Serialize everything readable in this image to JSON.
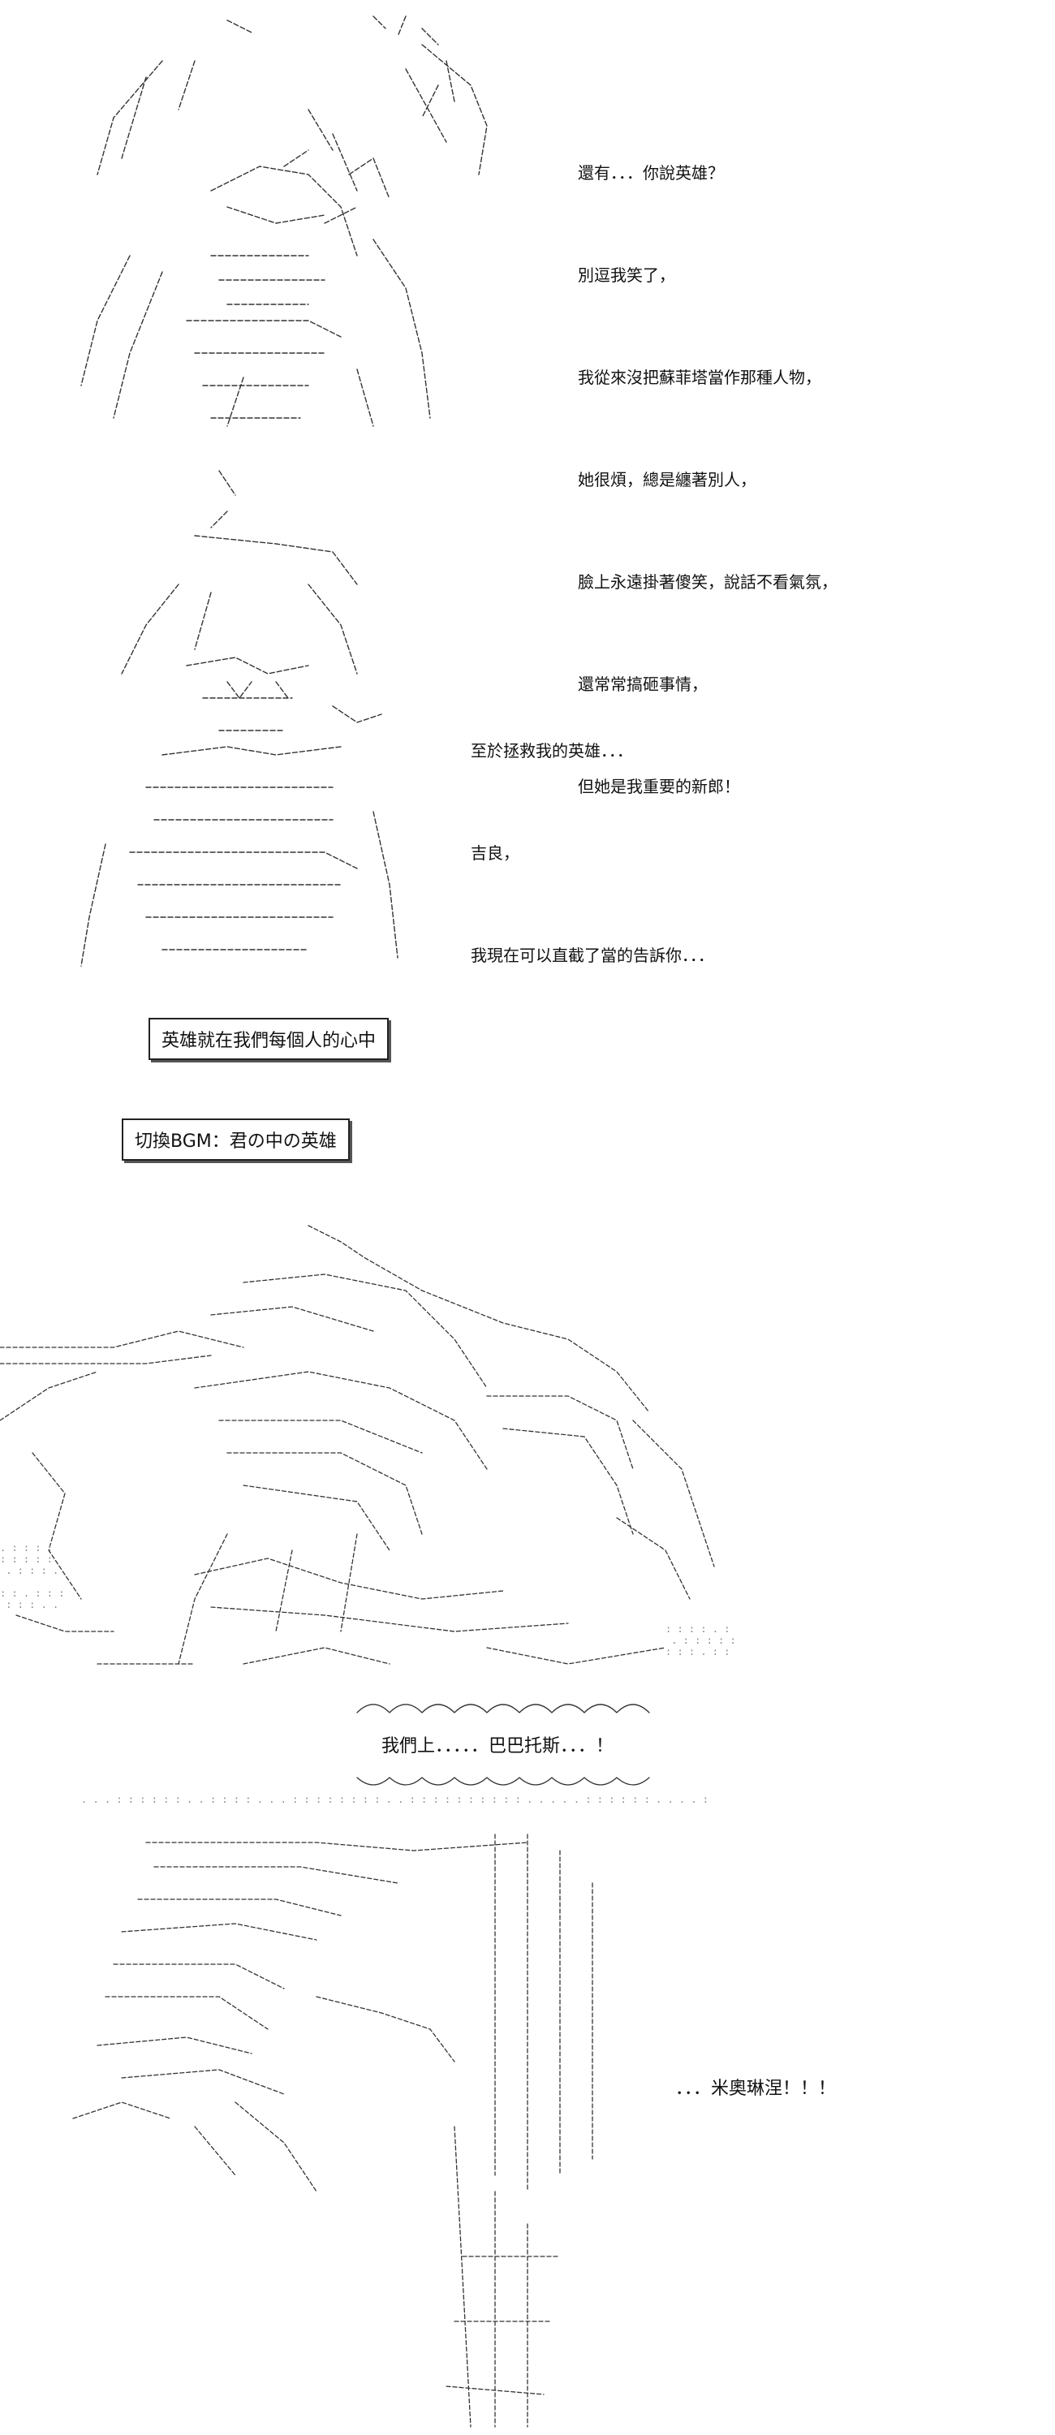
{
  "panel1": {
    "dialogue": [
      "還有．．．你說英雄？",
      "別逗我笑了，",
      "我從來沒把蘇菲塔當作那種人物，",
      "她很煩，總是纏著別人，",
      "臉上永遠掛著傻笑，說話不看氣氛，",
      "還常常搞砸事情，",
      "但她是我重要的新郎！"
    ]
  },
  "panel2": {
    "dialogue": [
      "至於拯救我的英雄．．．",
      "吉良，",
      "我現在可以直截了當的告訴你．．．"
    ]
  },
  "caption_box": "英雄就在我們每個人的心中",
  "bgm_box": "切換BGM：君の中の英雄",
  "battle_shout": "我們上．．．．．巴巴托斯．．．！",
  "final_shout": "．．．米奧琳涅！！！",
  "colors": {
    "ink": "#111111",
    "line": "#333333",
    "background": "#ffffff"
  }
}
